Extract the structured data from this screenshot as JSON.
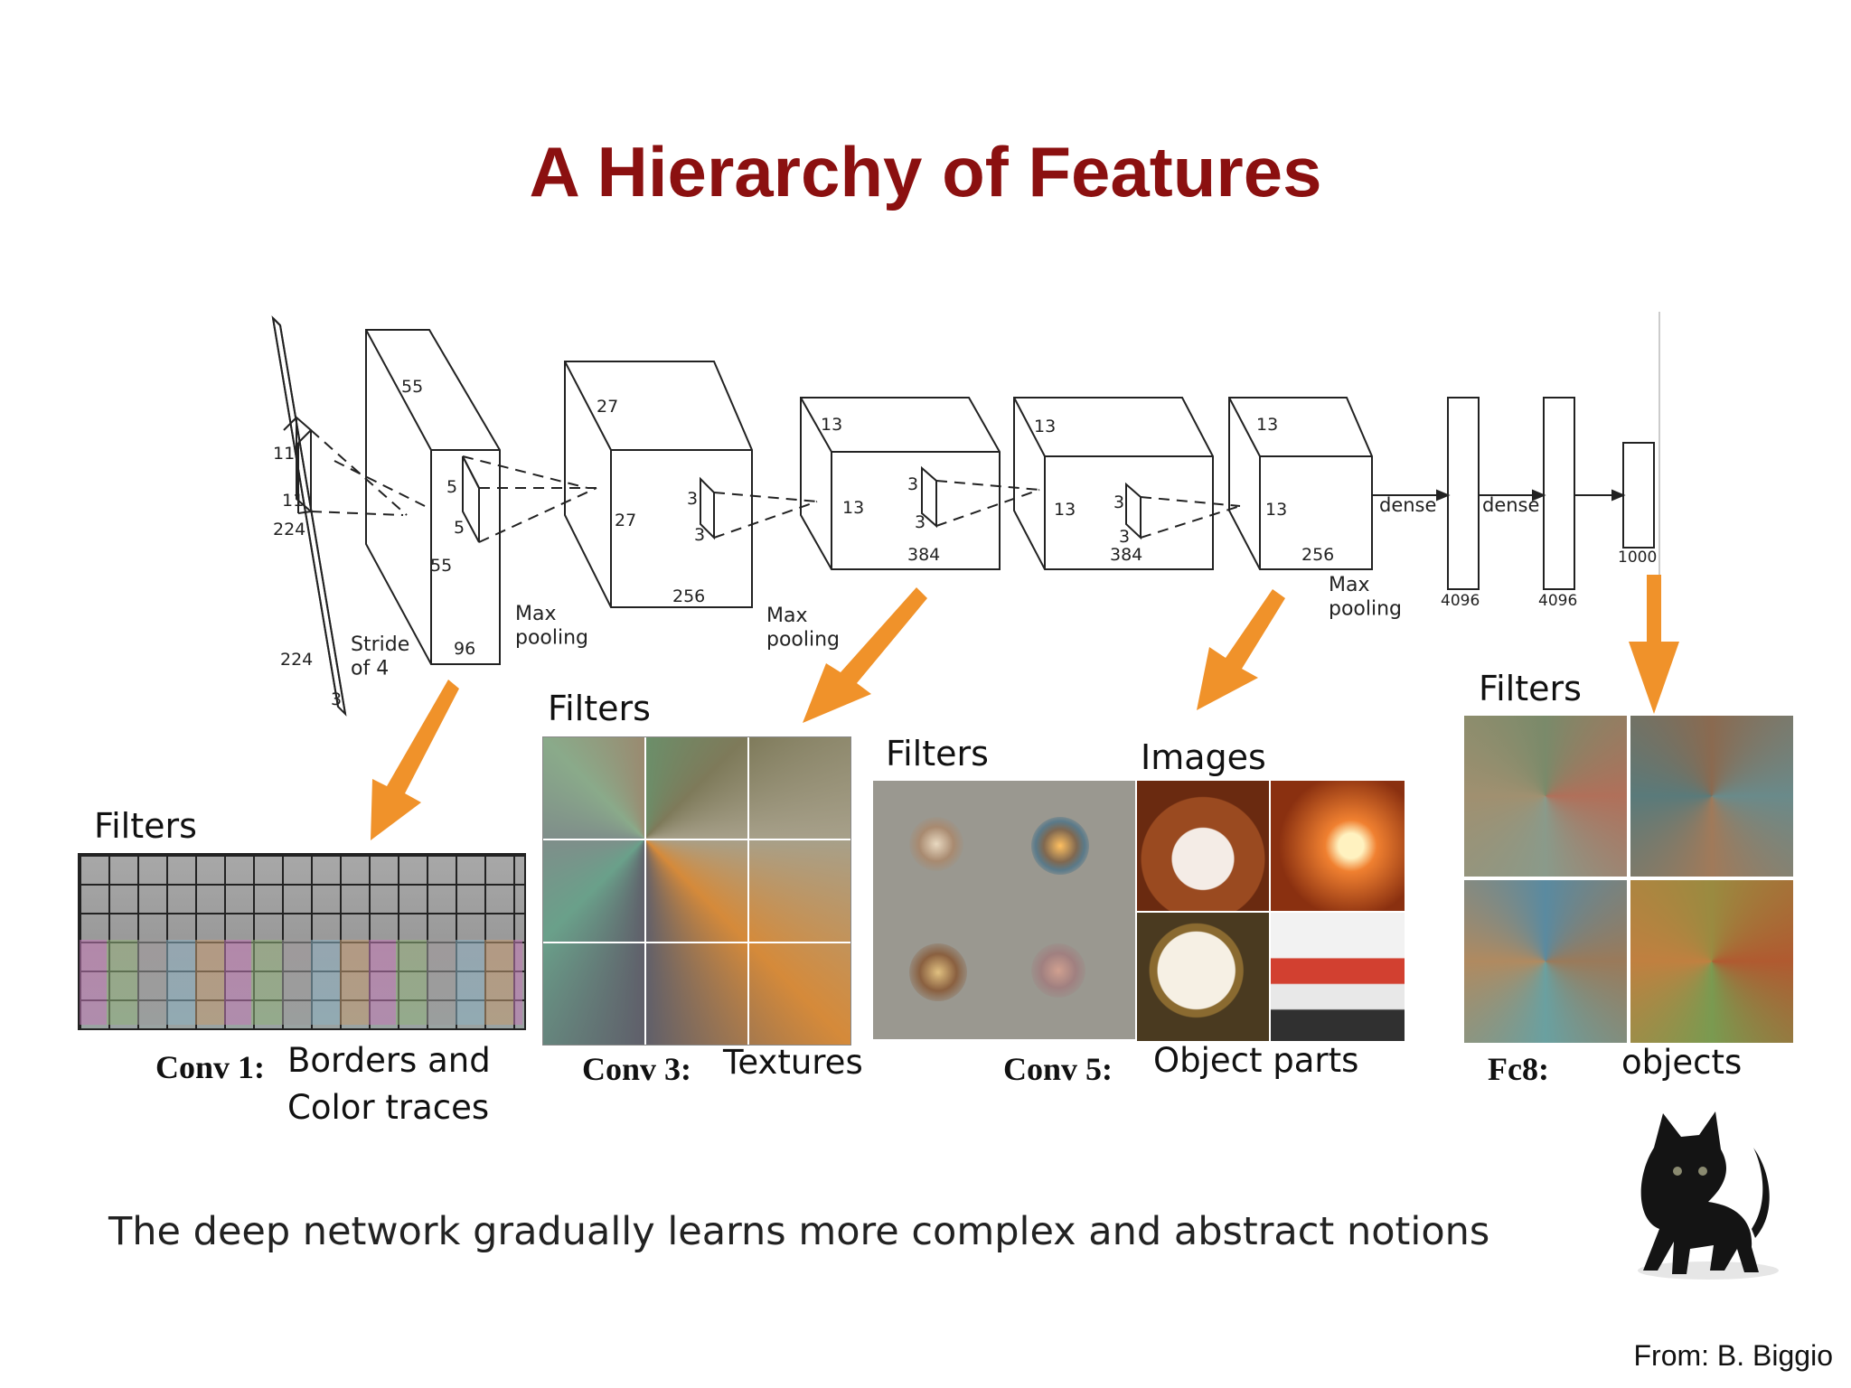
{
  "title": "A Hierarchy of Features",
  "colors": {
    "title": "#8b1010",
    "arrow": "#f0922a"
  },
  "diagram": {
    "labels": {
      "in_11a": "11",
      "in_11b": "11",
      "in_224a": "224",
      "in_224b": "224",
      "in_3": "3",
      "l1_55a": "55",
      "l1_55b": "55",
      "l1_96": "96",
      "l1_5a": "5",
      "l1_5b": "5",
      "stride": "Stride\nof 4",
      "l2_27a": "27",
      "l2_27b": "27",
      "l2_256": "256",
      "l2_3a": "3",
      "l2_3b": "3",
      "pool1": "Max\npooling",
      "l3_13a": "13",
      "l3_13b": "13",
      "l3_384": "384",
      "l3_3a": "3",
      "l3_3b": "3",
      "pool2": "Max\npooling",
      "l4_13a": "13",
      "l4_13b": "13",
      "l4_384": "384",
      "l4_3a": "3",
      "l4_3b": "3",
      "l5_13a": "13",
      "l5_13b": "13",
      "l5_256": "256",
      "pool3": "Max\npooling",
      "dense1": "dense",
      "dense2": "dense",
      "fc6": "4096",
      "fc7": "4096",
      "fc8": "1000"
    }
  },
  "panels": {
    "conv1": {
      "heading": "Filters",
      "layer": "Conv 1:",
      "desc_line1": "Borders and",
      "desc_line2": "Color traces"
    },
    "conv3": {
      "heading": "Filters",
      "layer": "Conv 3:",
      "desc": "Textures"
    },
    "conv5": {
      "heading_filters": "Filters",
      "heading_images": "Images",
      "layer": "Conv 5:",
      "desc": "Object parts"
    },
    "fc8": {
      "heading": "Filters",
      "layer": "Fc8:",
      "desc": "objects"
    }
  },
  "summary": "The deep network gradually learns more complex and abstract notions",
  "credit": "From: B. Biggio"
}
